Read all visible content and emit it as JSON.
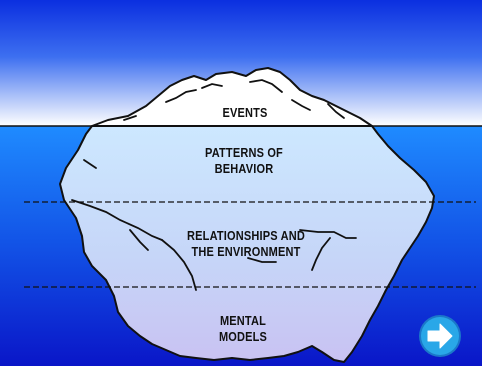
{
  "diagram": {
    "layers": [
      {
        "id": "events",
        "lines": [
          "EVENTS"
        ]
      },
      {
        "id": "patterns",
        "lines": [
          "PATTERNS OF",
          "BEHAVIOR"
        ]
      },
      {
        "id": "relationships",
        "lines": [
          "RELATIONSHIPS AND",
          "THE ENVIRONMENT"
        ]
      },
      {
        "id": "mental",
        "lines": [
          "MENTAL",
          "MODELS"
        ]
      }
    ]
  },
  "colors": {
    "sky_top": "#0b2fe0",
    "sky_bottom": "#ffffff",
    "water_top": "#1f8bff",
    "water_bottom": "#0a16c8",
    "ice_above": "#ffffff",
    "ice_top": "#cde8ff",
    "ice_bottom": "#c9c2f2",
    "outline": "#111111",
    "next_button": "#29a7e8"
  },
  "controls": {
    "next_button_icon": "arrow-right-icon"
  }
}
